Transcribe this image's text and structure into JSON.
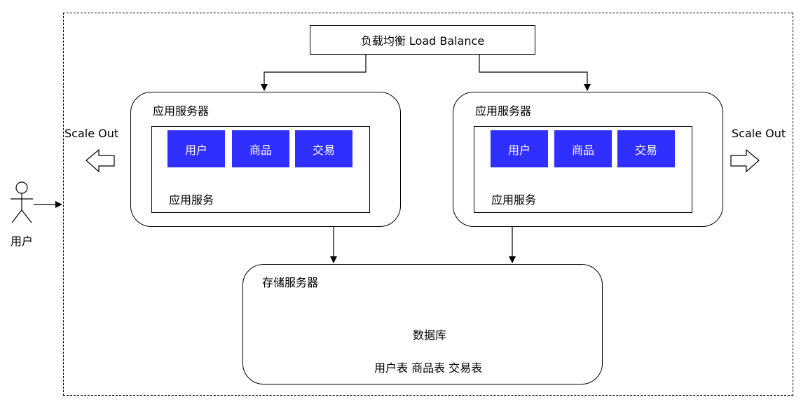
{
  "load_balancer": {
    "label": "负载均衡 Load Balance"
  },
  "app_servers": [
    {
      "title": "应用服务器",
      "service_label": "应用服务",
      "modules": [
        "用户",
        "商品",
        "交易"
      ]
    },
    {
      "title": "应用服务器",
      "service_label": "应用服务",
      "modules": [
        "用户",
        "商品",
        "交易"
      ]
    }
  ],
  "storage": {
    "title": "存储服务器",
    "database_label": "数据库",
    "tables_label": "用户表 商品表 交易表"
  },
  "scale_out": {
    "left_label": "Scale Out",
    "right_label": "Scale Out"
  },
  "actor": {
    "label": "用户"
  },
  "colors": {
    "module_fill": "#2f2fff",
    "module_text": "#ffffff",
    "stroke": "#000000"
  },
  "icons": [
    "user-actor-icon",
    "left-hollow-arrow-icon",
    "right-hollow-arrow-icon",
    "database-cylinder-icon"
  ]
}
